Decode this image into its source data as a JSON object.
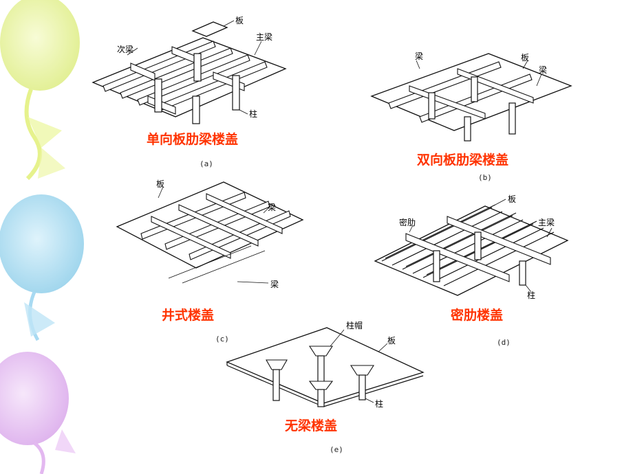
{
  "colors": {
    "title_red": "#ff3300",
    "line": "#111111",
    "balloon_yellow": "#e6f28c",
    "balloon_blue": "#a8daf2",
    "balloon_purple": "#e3b8f0"
  },
  "fig_a": {
    "title": "单向板肋梁楼盖",
    "sub": "(a)",
    "labels": {
      "slab": "板",
      "main_beam": "主梁",
      "secondary_beam": "次梁",
      "column": "柱"
    }
  },
  "fig_b": {
    "title": "双向板肋梁楼盖",
    "sub": "(b)",
    "labels": {
      "beam_left": "梁",
      "slab": "板",
      "beam_right": "梁"
    }
  },
  "fig_c": {
    "title": "井式楼盖",
    "sub": "(c)",
    "labels": {
      "slab": "板",
      "beam_upper": "梁",
      "beam_lower": "梁"
    }
  },
  "fig_d": {
    "title": "密肋楼盖",
    "sub": "(d)",
    "labels": {
      "slab": "板",
      "rib": "密肋",
      "main_beam": "主梁",
      "column": "柱"
    }
  },
  "fig_e": {
    "title": "无梁楼盖",
    "sub": "(e)",
    "labels": {
      "capital": "柱帽",
      "slab": "板",
      "column": "柱"
    }
  }
}
